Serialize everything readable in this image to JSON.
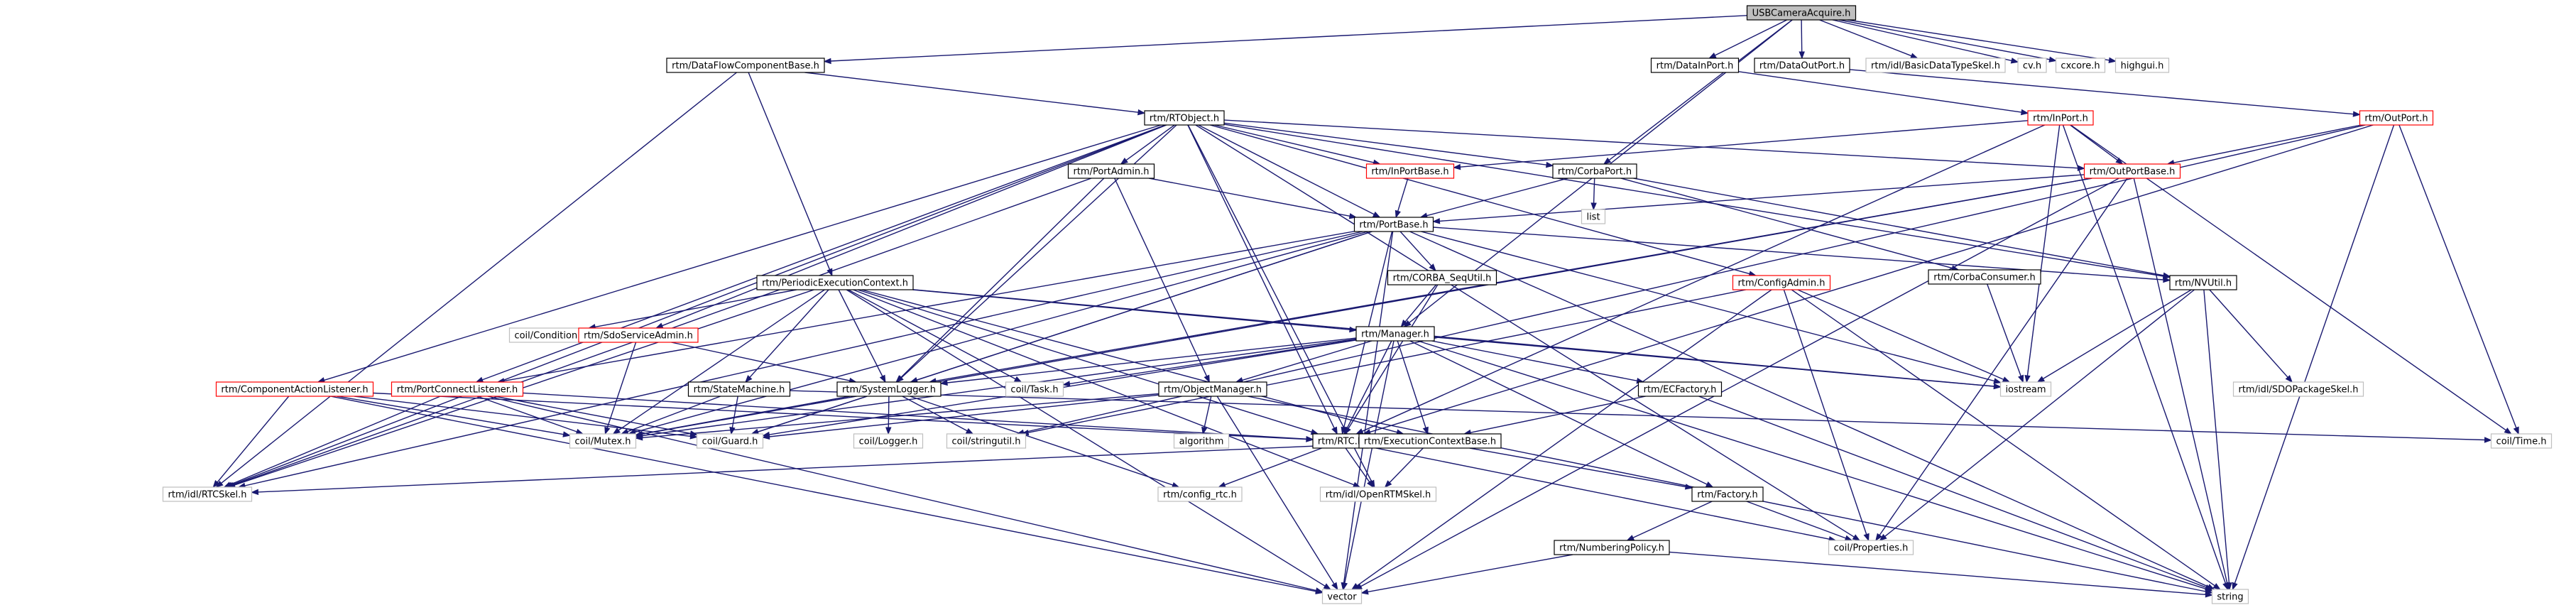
{
  "colors": {
    "edge": "#191970",
    "box_border_normal": "#000000",
    "box_border_truncated": "#ff0000",
    "box_border_external": "#bfbfbf",
    "root_fill": "#bfbfbf",
    "text": "#000000"
  },
  "nodes": [
    {
      "id": "usbcam",
      "label": "USBCameraAcquire.h",
      "kind": "root"
    },
    {
      "id": "dataflow",
      "label": "rtm/DataFlowComponentBase.h",
      "kind": "normal"
    },
    {
      "id": "datainport",
      "label": "rtm/DataInPort.h",
      "kind": "normal"
    },
    {
      "id": "dataoutport",
      "label": "rtm/DataOutPort.h",
      "kind": "normal"
    },
    {
      "id": "basicdatatype",
      "label": "rtm/idl/BasicDataTypeSkel.h",
      "kind": "external"
    },
    {
      "id": "cvh",
      "label": "cv.h",
      "kind": "external"
    },
    {
      "id": "cxcore",
      "label": "cxcore.h",
      "kind": "external"
    },
    {
      "id": "highgui",
      "label": "highgui.h",
      "kind": "external"
    },
    {
      "id": "rtobject",
      "label": "rtm/RTObject.h",
      "kind": "normal"
    },
    {
      "id": "inport",
      "label": "rtm/InPort.h",
      "kind": "truncated"
    },
    {
      "id": "outport",
      "label": "rtm/OutPort.h",
      "kind": "truncated"
    },
    {
      "id": "portadmin",
      "label": "rtm/PortAdmin.h",
      "kind": "normal"
    },
    {
      "id": "inportbase",
      "label": "rtm/InPortBase.h",
      "kind": "truncated"
    },
    {
      "id": "corbaport",
      "label": "rtm/CorbaPort.h",
      "kind": "normal"
    },
    {
      "id": "outportbase",
      "label": "rtm/OutPortBase.h",
      "kind": "truncated"
    },
    {
      "id": "list",
      "label": "list",
      "kind": "external"
    },
    {
      "id": "portbase",
      "label": "rtm/PortBase.h",
      "kind": "normal"
    },
    {
      "id": "corbaconsumer",
      "label": "rtm/CorbaConsumer.h",
      "kind": "normal"
    },
    {
      "id": "corbaseq",
      "label": "rtm/CORBA_SeqUtil.h",
      "kind": "normal"
    },
    {
      "id": "periodic",
      "label": "rtm/PeriodicExecutionContext.h",
      "kind": "normal"
    },
    {
      "id": "configadmin",
      "label": "rtm/ConfigAdmin.h",
      "kind": "truncated"
    },
    {
      "id": "nvutil",
      "label": "rtm/NVUtil.h",
      "kind": "normal"
    },
    {
      "id": "condition",
      "label": "coil/Condition.h",
      "kind": "external"
    },
    {
      "id": "sdoservice",
      "label": "rtm/SdoServiceAdmin.h",
      "kind": "truncated"
    },
    {
      "id": "manager",
      "label": "rtm/Manager.h",
      "kind": "normal"
    },
    {
      "id": "iostream",
      "label": "iostream",
      "kind": "external"
    },
    {
      "id": "sdopackage",
      "label": "rtm/idl/SDOPackageSkel.h",
      "kind": "external"
    },
    {
      "id": "complistener",
      "label": "rtm/ComponentActionListener.h",
      "kind": "truncated"
    },
    {
      "id": "portlistener",
      "label": "rtm/PortConnectListener.h",
      "kind": "truncated"
    },
    {
      "id": "statemachine",
      "label": "rtm/StateMachine.h",
      "kind": "normal"
    },
    {
      "id": "systemlogger",
      "label": "rtm/SystemLogger.h",
      "kind": "normal"
    },
    {
      "id": "task",
      "label": "coil/Task.h",
      "kind": "external"
    },
    {
      "id": "objectmanager",
      "label": "rtm/ObjectManager.h",
      "kind": "normal"
    },
    {
      "id": "ecfactory",
      "label": "rtm/ECFactory.h",
      "kind": "normal"
    },
    {
      "id": "mutex",
      "label": "coil/Mutex.h",
      "kind": "external"
    },
    {
      "id": "guard",
      "label": "coil/Guard.h",
      "kind": "external"
    },
    {
      "id": "logger",
      "label": "coil/Logger.h",
      "kind": "external"
    },
    {
      "id": "stringutil",
      "label": "coil/stringutil.h",
      "kind": "external"
    },
    {
      "id": "algorithm",
      "label": "algorithm",
      "kind": "external"
    },
    {
      "id": "rtch",
      "label": "rtm/RTC.h",
      "kind": "normal"
    },
    {
      "id": "ecbase",
      "label": "rtm/ExecutionContextBase.h",
      "kind": "normal"
    },
    {
      "id": "cointime",
      "label": "coil/Time.h",
      "kind": "external"
    },
    {
      "id": "rtcskel",
      "label": "rtm/idl/RTCSkel.h",
      "kind": "external"
    },
    {
      "id": "configrtc",
      "label": "rtm/config_rtc.h",
      "kind": "external"
    },
    {
      "id": "openrtm",
      "label": "rtm/idl/OpenRTMSkel.h",
      "kind": "external"
    },
    {
      "id": "factory",
      "label": "rtm/Factory.h",
      "kind": "normal"
    },
    {
      "id": "properties",
      "label": "coil/Properties.h",
      "kind": "external"
    },
    {
      "id": "numbering",
      "label": "rtm/NumberingPolicy.h",
      "kind": "normal"
    },
    {
      "id": "vector",
      "label": "vector",
      "kind": "external"
    },
    {
      "id": "string",
      "label": "string",
      "kind": "external"
    }
  ],
  "edges": [
    [
      "usbcam",
      "dataflow"
    ],
    [
      "usbcam",
      "datainport"
    ],
    [
      "usbcam",
      "dataoutport"
    ],
    [
      "usbcam",
      "basicdatatype"
    ],
    [
      "usbcam",
      "cvh"
    ],
    [
      "usbcam",
      "cxcore"
    ],
    [
      "usbcam",
      "highgui"
    ],
    [
      "usbcam",
      "corbaport"
    ],
    [
      "usbcam",
      "manager"
    ],
    [
      "dataflow",
      "rtobject"
    ],
    [
      "dataflow",
      "periodic"
    ],
    [
      "dataflow",
      "rtcskel"
    ],
    [
      "datainport",
      "inport"
    ],
    [
      "dataoutport",
      "outport"
    ],
    [
      "rtobject",
      "portadmin"
    ],
    [
      "rtobject",
      "inportbase"
    ],
    [
      "rtobject",
      "corbaport"
    ],
    [
      "rtobject",
      "outportbase"
    ],
    [
      "rtobject",
      "portbase"
    ],
    [
      "rtobject",
      "configadmin"
    ],
    [
      "rtobject",
      "sdoservice"
    ],
    [
      "rtobject",
      "complistener"
    ],
    [
      "rtobject",
      "portlistener"
    ],
    [
      "rtobject",
      "systemlogger"
    ],
    [
      "rtobject",
      "rtch"
    ],
    [
      "rtobject",
      "openrtm"
    ],
    [
      "rtobject",
      "rtcskel"
    ],
    [
      "rtobject",
      "properties"
    ],
    [
      "rtobject",
      "nvutil"
    ],
    [
      "inport",
      "inportbase"
    ],
    [
      "inport",
      "outportbase"
    ],
    [
      "inport",
      "iostream"
    ],
    [
      "inport",
      "rtch"
    ],
    [
      "inport",
      "cointime"
    ],
    [
      "inport",
      "string"
    ],
    [
      "outport",
      "outportbase"
    ],
    [
      "outport",
      "rtch"
    ],
    [
      "outport",
      "cointime"
    ],
    [
      "outport",
      "string"
    ],
    [
      "outport",
      "stringutil"
    ],
    [
      "portadmin",
      "portbase"
    ],
    [
      "portadmin",
      "objectmanager"
    ],
    [
      "portadmin",
      "systemlogger"
    ],
    [
      "portadmin",
      "rtcskel"
    ],
    [
      "inportbase",
      "portbase"
    ],
    [
      "corbaport",
      "portbase"
    ],
    [
      "corbaport",
      "corbaconsumer"
    ],
    [
      "corbaport",
      "list"
    ],
    [
      "corbaport",
      "nvutil"
    ],
    [
      "outportbase",
      "portbase"
    ],
    [
      "outportbase",
      "systemlogger"
    ],
    [
      "outportbase",
      "properties"
    ],
    [
      "outportbase",
      "vector"
    ],
    [
      "outportbase",
      "string"
    ],
    [
      "outportbase",
      "mutex"
    ],
    [
      "portbase",
      "corbaseq"
    ],
    [
      "portbase",
      "systemlogger"
    ],
    [
      "portbase",
      "rtch"
    ],
    [
      "portbase",
      "nvutil"
    ],
    [
      "portbase",
      "portlistener"
    ],
    [
      "portbase",
      "guard"
    ],
    [
      "portbase",
      "mutex"
    ],
    [
      "portbase",
      "iostream"
    ],
    [
      "portbase",
      "string"
    ],
    [
      "portbase",
      "vector"
    ],
    [
      "portbase",
      "rtcskel"
    ],
    [
      "corbaconsumer",
      "iostream"
    ],
    [
      "corbaseq",
      "manager"
    ],
    [
      "corbaseq",
      "rtch"
    ],
    [
      "periodic",
      "condition"
    ],
    [
      "periodic",
      "statemachine"
    ],
    [
      "periodic",
      "systemlogger"
    ],
    [
      "periodic",
      "task"
    ],
    [
      "periodic",
      "rtch"
    ],
    [
      "periodic",
      "ecbase"
    ],
    [
      "periodic",
      "mutex"
    ],
    [
      "periodic",
      "vector"
    ],
    [
      "periodic",
      "iostream"
    ],
    [
      "periodic",
      "manager"
    ],
    [
      "periodic",
      "openrtm"
    ],
    [
      "periodic",
      "rtcskel"
    ],
    [
      "configadmin",
      "iostream"
    ],
    [
      "configadmin",
      "properties"
    ],
    [
      "configadmin",
      "string"
    ],
    [
      "configadmin",
      "vector"
    ],
    [
      "configadmin",
      "stringutil"
    ],
    [
      "nvutil",
      "iostream"
    ],
    [
      "nvutil",
      "sdopackage"
    ],
    [
      "nvutil",
      "properties"
    ],
    [
      "nvutil",
      "string"
    ],
    [
      "sdoservice",
      "systemlogger"
    ],
    [
      "sdoservice",
      "mutex"
    ],
    [
      "manager",
      "systemlogger"
    ],
    [
      "manager",
      "task"
    ],
    [
      "manager",
      "objectmanager"
    ],
    [
      "manager",
      "ecfactory"
    ],
    [
      "manager",
      "rtch"
    ],
    [
      "manager",
      "iostream"
    ],
    [
      "manager",
      "factory"
    ],
    [
      "manager",
      "guard"
    ],
    [
      "manager",
      "mutex"
    ],
    [
      "manager",
      "vector"
    ],
    [
      "manager",
      "string"
    ],
    [
      "manager",
      "ecbase"
    ],
    [
      "complistener",
      "rtcskel"
    ],
    [
      "complistener",
      "mutex"
    ],
    [
      "complistener",
      "guard"
    ],
    [
      "complistener",
      "rtch"
    ],
    [
      "complistener",
      "vector"
    ],
    [
      "portlistener",
      "rtcskel"
    ],
    [
      "portlistener",
      "mutex"
    ],
    [
      "portlistener",
      "guard"
    ],
    [
      "portlistener",
      "rtch"
    ],
    [
      "portlistener",
      "vector"
    ],
    [
      "statemachine",
      "mutex"
    ],
    [
      "statemachine",
      "guard"
    ],
    [
      "statemachine",
      "cointime"
    ],
    [
      "systemlogger",
      "logger"
    ],
    [
      "systemlogger",
      "mutex"
    ],
    [
      "systemlogger",
      "guard"
    ],
    [
      "systemlogger",
      "stringutil"
    ],
    [
      "systemlogger",
      "configrtc"
    ],
    [
      "objectmanager",
      "mutex"
    ],
    [
      "objectmanager",
      "guard"
    ],
    [
      "objectmanager",
      "algorithm"
    ],
    [
      "objectmanager",
      "vector"
    ],
    [
      "objectmanager",
      "string"
    ],
    [
      "ecfactory",
      "ecbase"
    ],
    [
      "ecfactory",
      "string"
    ],
    [
      "rtch",
      "configrtc"
    ],
    [
      "rtch",
      "openrtm"
    ],
    [
      "rtch",
      "properties"
    ],
    [
      "ecbase",
      "factory"
    ],
    [
      "ecbase",
      "openrtm"
    ],
    [
      "ecbase",
      "rtcskel"
    ],
    [
      "factory",
      "properties"
    ],
    [
      "factory",
      "numbering"
    ],
    [
      "numbering",
      "vector"
    ],
    [
      "numbering",
      "string"
    ]
  ]
}
